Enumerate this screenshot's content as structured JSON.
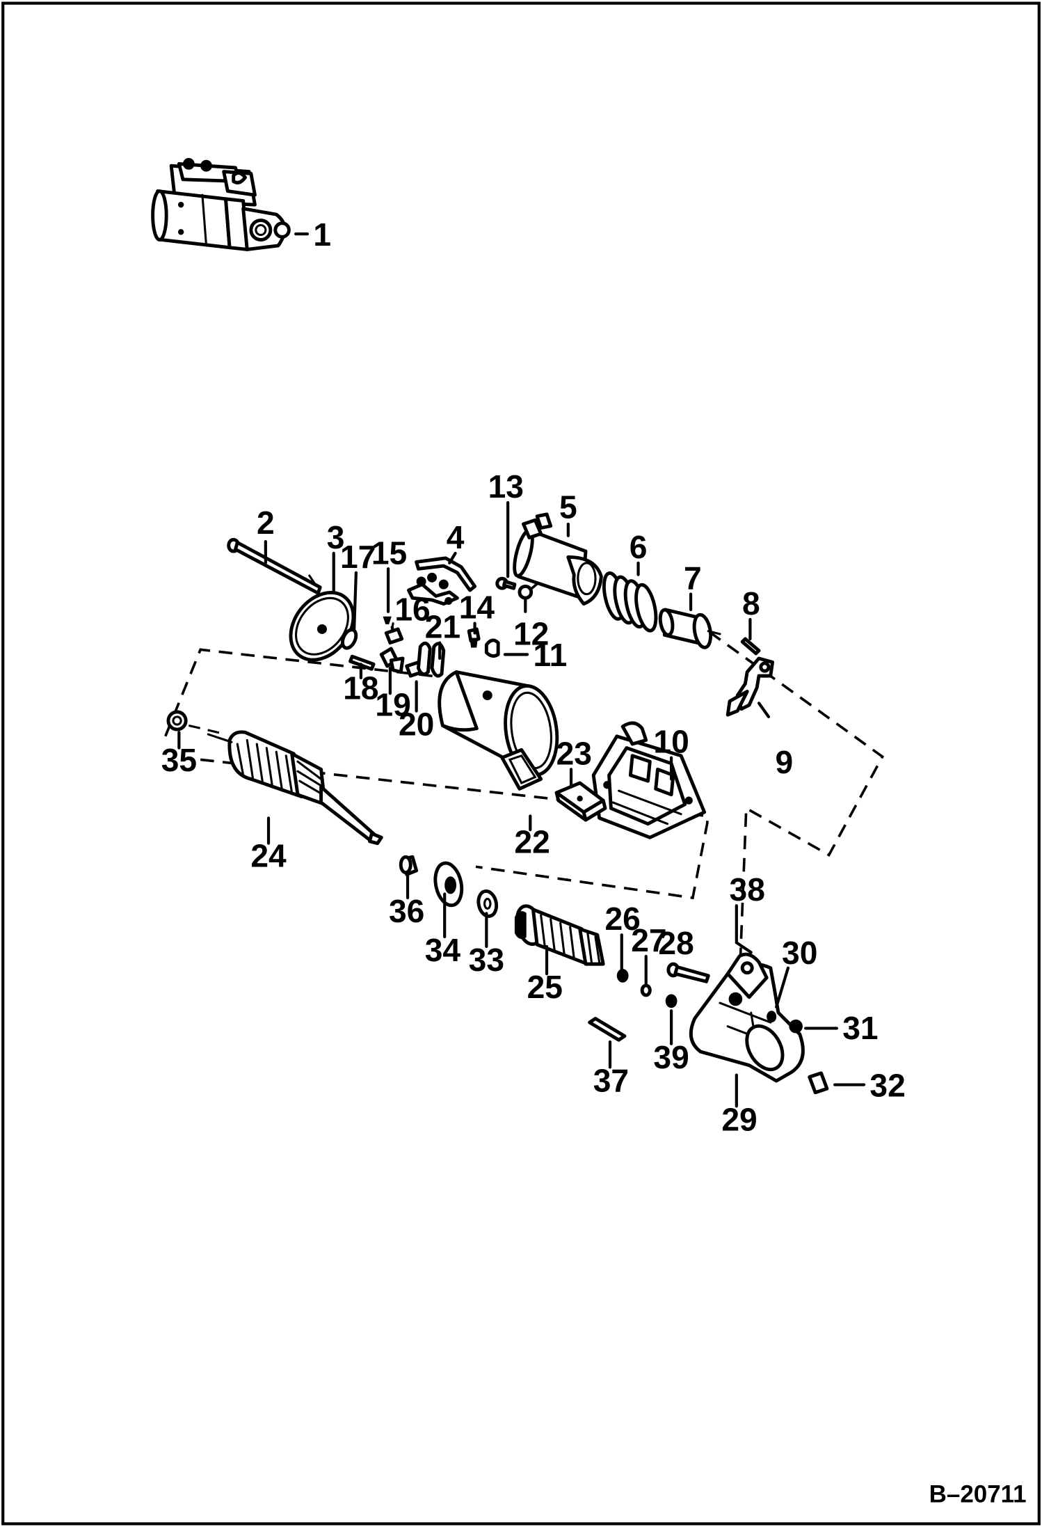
{
  "figure_number": "B–20711",
  "callouts": [
    "1",
    "2",
    "3",
    "4",
    "5",
    "6",
    "7",
    "8",
    "9",
    "10",
    "11",
    "12",
    "13",
    "14",
    "15",
    "16",
    "17",
    "18",
    "19",
    "20",
    "21",
    "22",
    "23",
    "24",
    "25",
    "26",
    "27",
    "28",
    "29",
    "30",
    "31",
    "32",
    "33",
    "34",
    "35",
    "36",
    "37",
    "38",
    "39"
  ]
}
